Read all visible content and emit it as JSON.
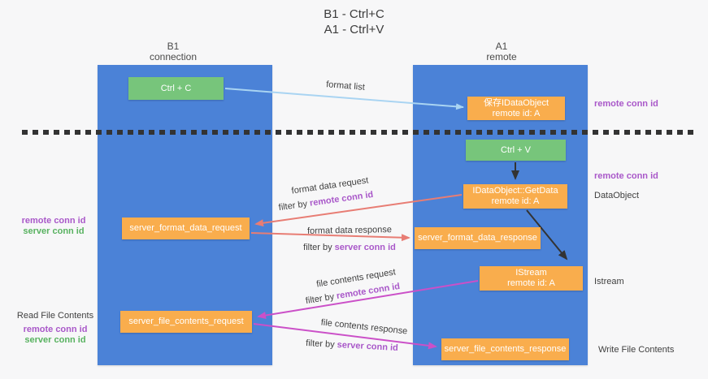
{
  "title": {
    "line1": "B1 - Ctrl+C",
    "line2": "A1 - Ctrl+V"
  },
  "lifelines": {
    "left": {
      "name": "B1",
      "role": "connection"
    },
    "right": {
      "name": "A1",
      "role": "remote"
    }
  },
  "nodes": {
    "ctrl_c": {
      "label": "Ctrl + C"
    },
    "save_obj": {
      "line1": "保存IDataObject",
      "line2": "remote id: A"
    },
    "ctrl_v": {
      "label": "Ctrl + V"
    },
    "getdata": {
      "line1": "IDataObject::GetData",
      "line2": "remote id: A"
    },
    "fmt_req": {
      "label": "server_format_data_request"
    },
    "fmt_resp": {
      "label": "server_format_data_response"
    },
    "istream": {
      "line1": "IStream",
      "line2": "remote id: A"
    },
    "file_req": {
      "label": "server_file_contents_request"
    },
    "file_resp": {
      "label": "server_file_contents_response"
    }
  },
  "arrows": {
    "format_list": {
      "label": "format list"
    },
    "fmt_req": {
      "label": "format data request",
      "filter_prefix": "filter by ",
      "filter_key": "remote conn id"
    },
    "fmt_resp": {
      "label": "format data response",
      "filter_prefix": "filter by ",
      "filter_key": "server conn id"
    },
    "file_req": {
      "label": "file contents request",
      "filter_prefix": "filter by ",
      "filter_key": "remote conn id"
    },
    "file_resp": {
      "label": "file contents response",
      "filter_prefix": "filter by ",
      "filter_key": "server conn id"
    }
  },
  "side_labels": {
    "right_remote_1": "remote conn id",
    "right_remote_2": "remote conn id",
    "right_dataobject": "DataObject",
    "right_istream": "Istream",
    "right_write": "Write File Contents",
    "left_remote_1": "remote conn id",
    "left_server_1": "server conn id",
    "left_read": "Read File Contents",
    "left_remote_2": "remote conn id",
    "left_server_2": "server conn id"
  },
  "palette": {
    "column_blue": "#4b82d7",
    "box_orange": "#f9ad4d",
    "box_green": "#77c57b",
    "accent_purple": "#a958c9",
    "accent_green": "#58b260",
    "arrow_salmon": "#e87d74",
    "arrow_magenta": "#cb50c8",
    "arrow_blue": "#a9d4f2",
    "arrow_black": "#333333"
  }
}
